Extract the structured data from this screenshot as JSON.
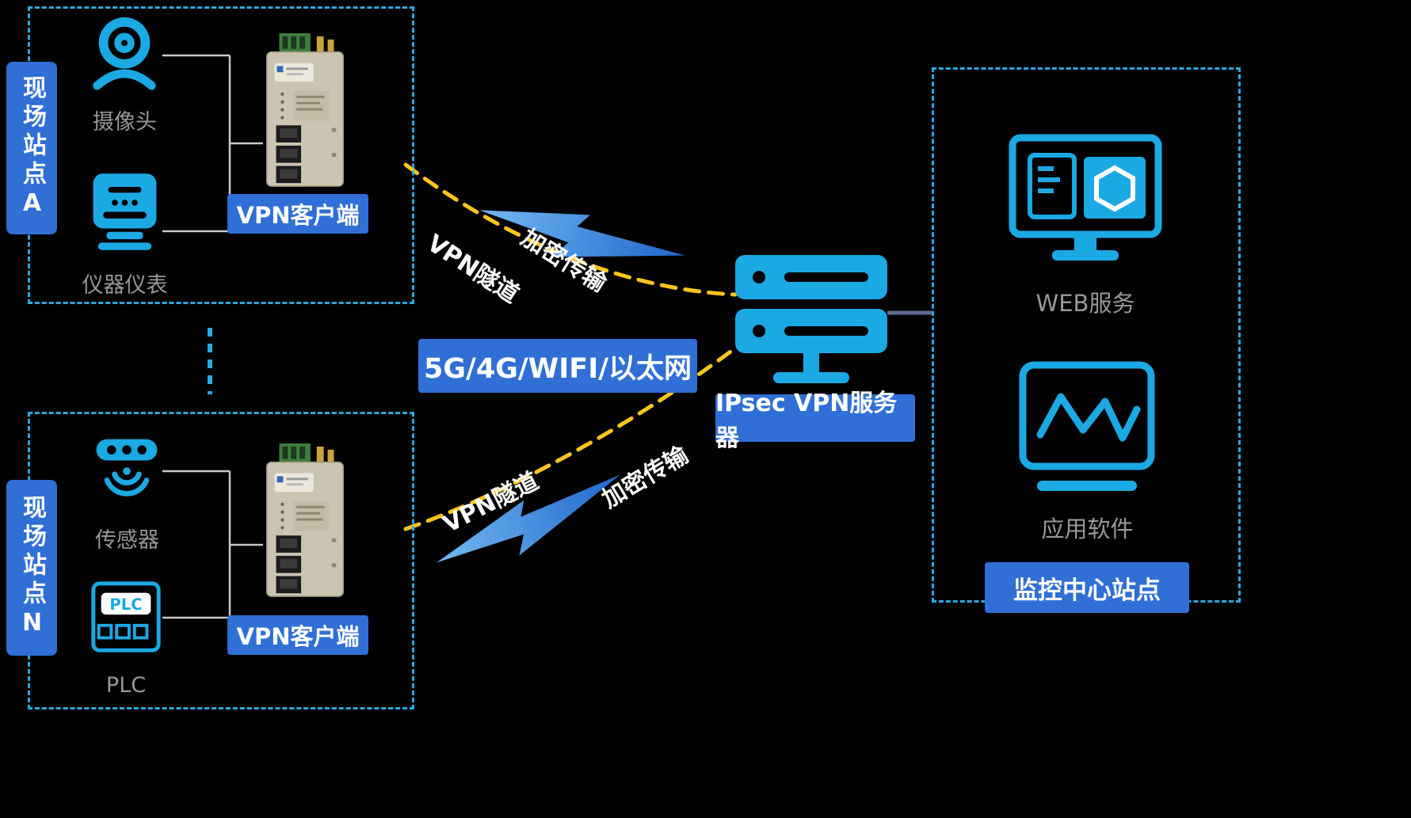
{
  "colors": {
    "background": "#000000",
    "icon_cyan": "#1BA9E4",
    "panel_blue": "#2F6FD6",
    "tunnel_yellow": "#FFC41D",
    "bolt_blue": "#2E7FD6",
    "label_gray": "#97989A",
    "dash_border": "#2AA8E0"
  },
  "site_a": {
    "title": "现场站点A",
    "camera_label": "摄像头",
    "instrument_label": "仪器仪表",
    "vpn_client_label": "VPN客户端"
  },
  "site_n": {
    "title": "现场站点N",
    "sensor_label": "传感器",
    "plc_label": "PLC",
    "plc_icon_text": "PLC",
    "vpn_client_label": "VPN客户端"
  },
  "network": {
    "label": "5G/4G/WIFI/以太网"
  },
  "tunnel_top": {
    "tunnel_label": "VPN隧道",
    "encrypt_label": "加密传输"
  },
  "tunnel_bottom": {
    "tunnel_label": "VPN隧道",
    "encrypt_label": "加密传输"
  },
  "server": {
    "label": "IPsec VPN服务器"
  },
  "monitor_center": {
    "title": "监控中心站点",
    "web_label": "WEB服务",
    "app_label": "应用软件"
  }
}
